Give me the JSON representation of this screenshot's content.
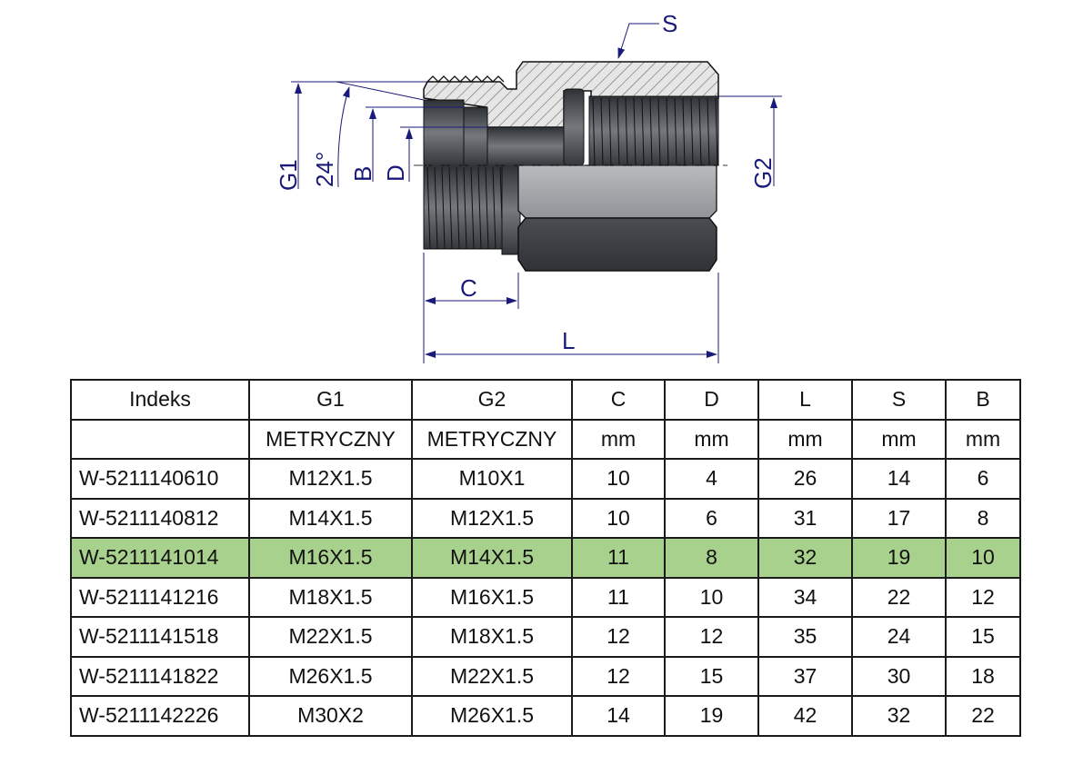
{
  "drawing": {
    "title": "Adapter fitting cross-section",
    "labels": {
      "S": "S",
      "G1": "G1",
      "angle": "24°",
      "B": "B",
      "D": "D",
      "G2": "G2",
      "C": "C",
      "L": "L"
    },
    "colors": {
      "dimension": "#1a1a7a",
      "body_dark": "#3c3f44",
      "body_light": "#9a9da1",
      "hatch": "#555555",
      "highlight_row": "#a9d18e"
    }
  },
  "table": {
    "headers": [
      "Indeks",
      "G1",
      "G2",
      "C",
      "D",
      "L",
      "S",
      "B"
    ],
    "units": [
      "",
      "METRYCZNY",
      "METRYCZNY",
      "mm",
      "mm",
      "mm",
      "mm",
      "mm"
    ],
    "highlighted_row": 2,
    "rows": [
      [
        "W-5211140610",
        "M12X1.5",
        "M10X1",
        "10",
        "4",
        "26",
        "14",
        "6"
      ],
      [
        "W-5211140812",
        "M14X1.5",
        "M12X1.5",
        "10",
        "6",
        "31",
        "17",
        "8"
      ],
      [
        "W-5211141014",
        "M16X1.5",
        "M14X1.5",
        "11",
        "8",
        "32",
        "19",
        "10"
      ],
      [
        "W-5211141216",
        "M18X1.5",
        "M16X1.5",
        "11",
        "10",
        "34",
        "22",
        "12"
      ],
      [
        "W-5211141518",
        "M22X1.5",
        "M18X1.5",
        "12",
        "12",
        "35",
        "24",
        "15"
      ],
      [
        "W-5211141822",
        "M26X1.5",
        "M22X1.5",
        "12",
        "15",
        "37",
        "30",
        "18"
      ],
      [
        "W-5211142226",
        "M30X2",
        "M26X1.5",
        "14",
        "19",
        "42",
        "32",
        "22"
      ]
    ]
  }
}
